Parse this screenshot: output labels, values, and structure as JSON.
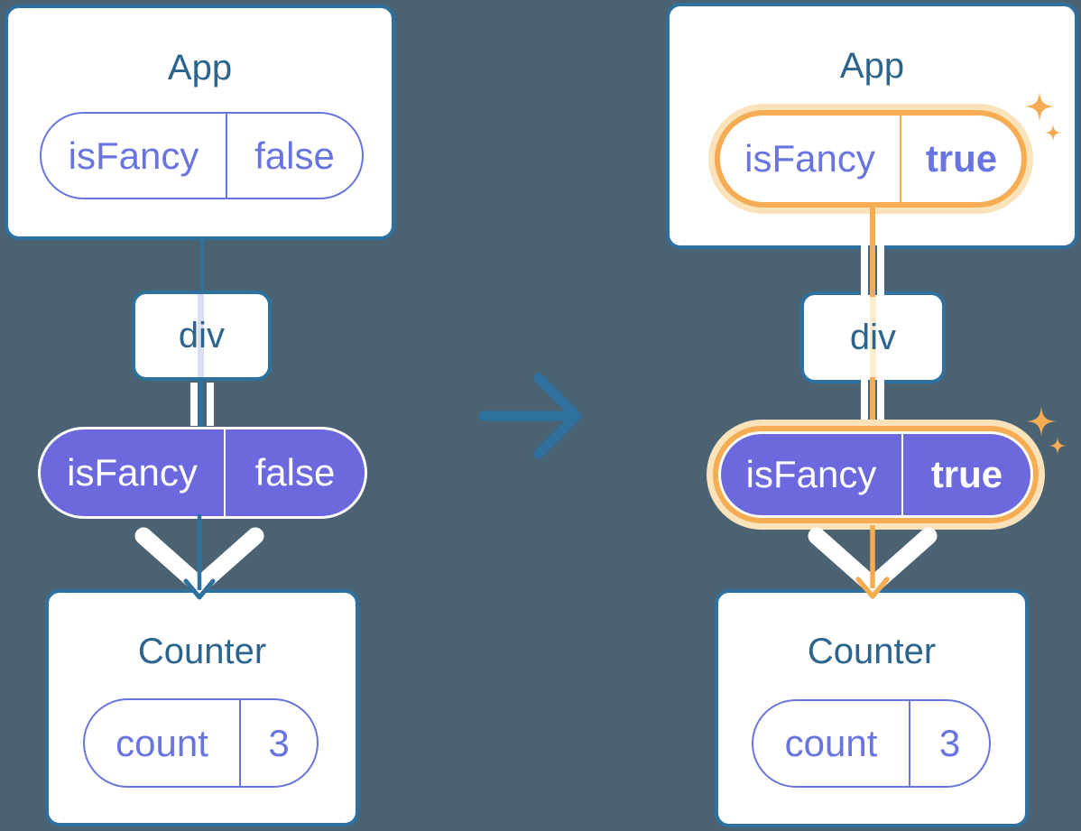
{
  "diagram": {
    "description": "React component tree before and after isFancy prop change",
    "before": {
      "app": {
        "title": "App",
        "pill": {
          "name": "isFancy",
          "value": "false"
        }
      },
      "container": {
        "label": "div"
      },
      "pill": {
        "name": "isFancy",
        "value": "false"
      },
      "counter": {
        "title": "Counter",
        "pill": {
          "name": "count",
          "value": "3"
        }
      }
    },
    "after": {
      "app": {
        "title": "App",
        "pill": {
          "name": "isFancy",
          "value": "true"
        }
      },
      "container": {
        "label": "div"
      },
      "pill": {
        "name": "isFancy",
        "value": "true"
      },
      "counter": {
        "title": "Counter",
        "pill": {
          "name": "count",
          "value": "3"
        }
      }
    },
    "colors": {
      "background": "#4A6272",
      "stroke_blue": "#2E719F",
      "label_blue": "#2B648C",
      "purple_fill": "#6B69DD",
      "purple_text": "#6874E0",
      "highlight_orange": "#F5AC52",
      "highlight_glow": "#FAE2BB",
      "trace_lavender": "#D9DEF4",
      "trace_peach": "#FCEBCD",
      "white": "#FFFFFF"
    }
  }
}
